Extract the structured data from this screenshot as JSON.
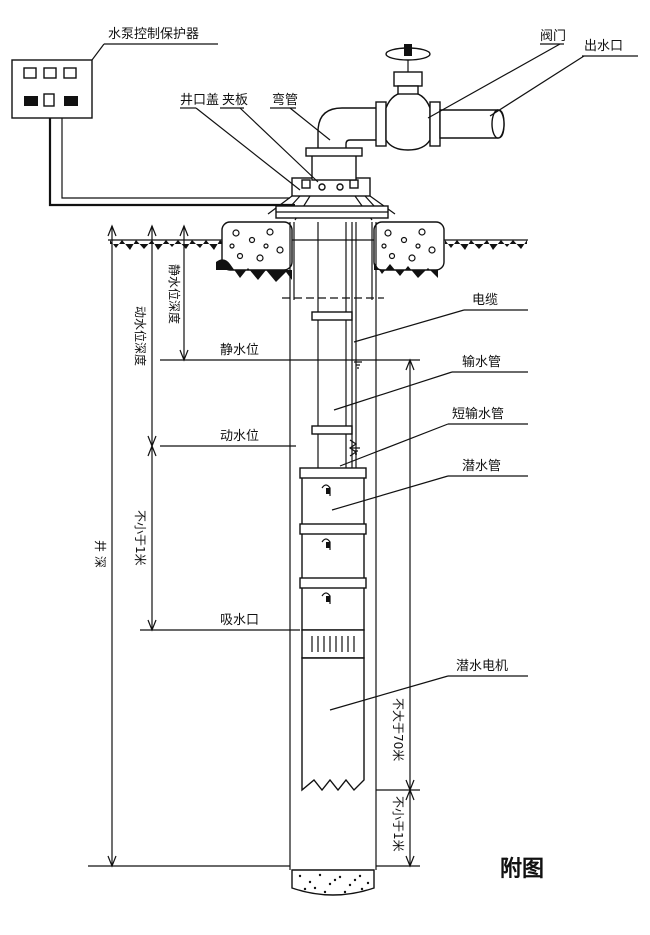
{
  "labels": {
    "controller": "水泵控制保护器",
    "valve": "阀门",
    "outlet": "出水口",
    "wellhead_cover": "井口盖",
    "clamp_plate": "夹板",
    "elbow": "弯管",
    "cable": "电缆",
    "delivery_pipe": "输水管",
    "short_delivery_pipe": "短输水管",
    "submersible_pump": "潜水管",
    "submersible_motor": "潜水电机",
    "static_level": "静水位",
    "dynamic_level": "动水位",
    "intake": "吸水口",
    "static_depth": "静水位深度",
    "dynamic_depth": "动水位深度",
    "well_depth": "井 深",
    "min_1m_top": "不小于1米",
    "max_70m": "不大于70米",
    "min_1m_bottom": "不小于1米",
    "figure": "附图"
  },
  "colors": {
    "ink": "#111111",
    "paper": "#ffffff"
  }
}
